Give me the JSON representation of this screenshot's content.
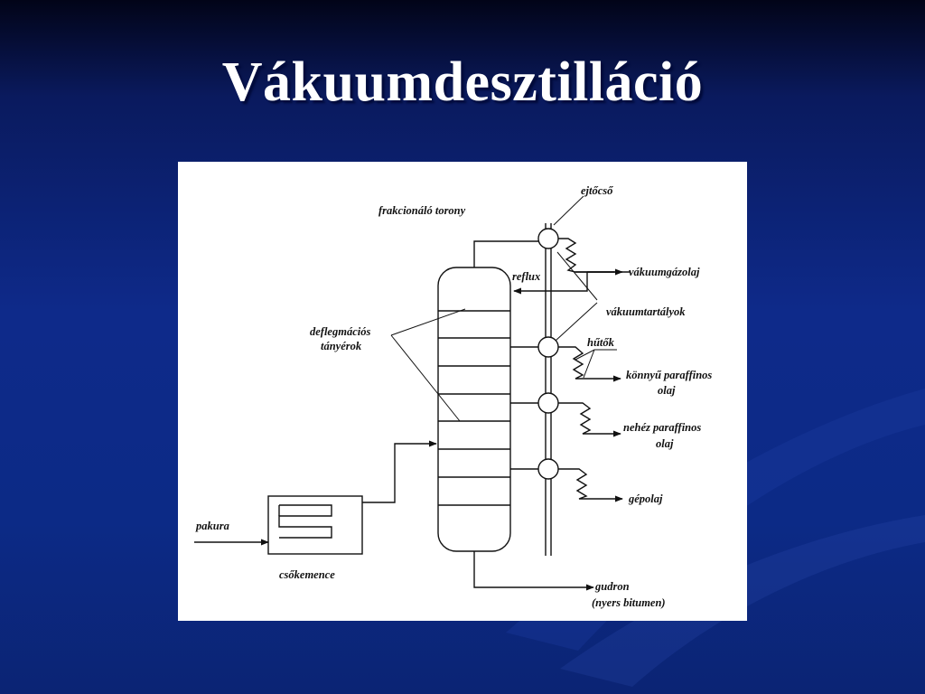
{
  "slide": {
    "title": "Vákuumdesztilláció"
  },
  "diagram": {
    "labels": {
      "tower": "frakcionáló torony",
      "ejector": "ejtőcső",
      "reflux": "reflux",
      "vacuum_gas_oil": "vákuumgázolaj",
      "vacuum_tanks": "vákuumtartályok",
      "trays_line1": "deflegmációs",
      "trays_line2": "tányérok",
      "coolers": "hűtők",
      "light_oil_line1": "könnyű paraffinos",
      "light_oil_line2": "olaj",
      "heavy_oil_line1": "nehéz paraffinos",
      "heavy_oil_line2": "olaj",
      "machine_oil": "gépolaj",
      "feed": "pakura",
      "furnace": "csőkemence",
      "residue_line1": "gudron",
      "residue_line2": "(nyers bitumen)"
    }
  }
}
